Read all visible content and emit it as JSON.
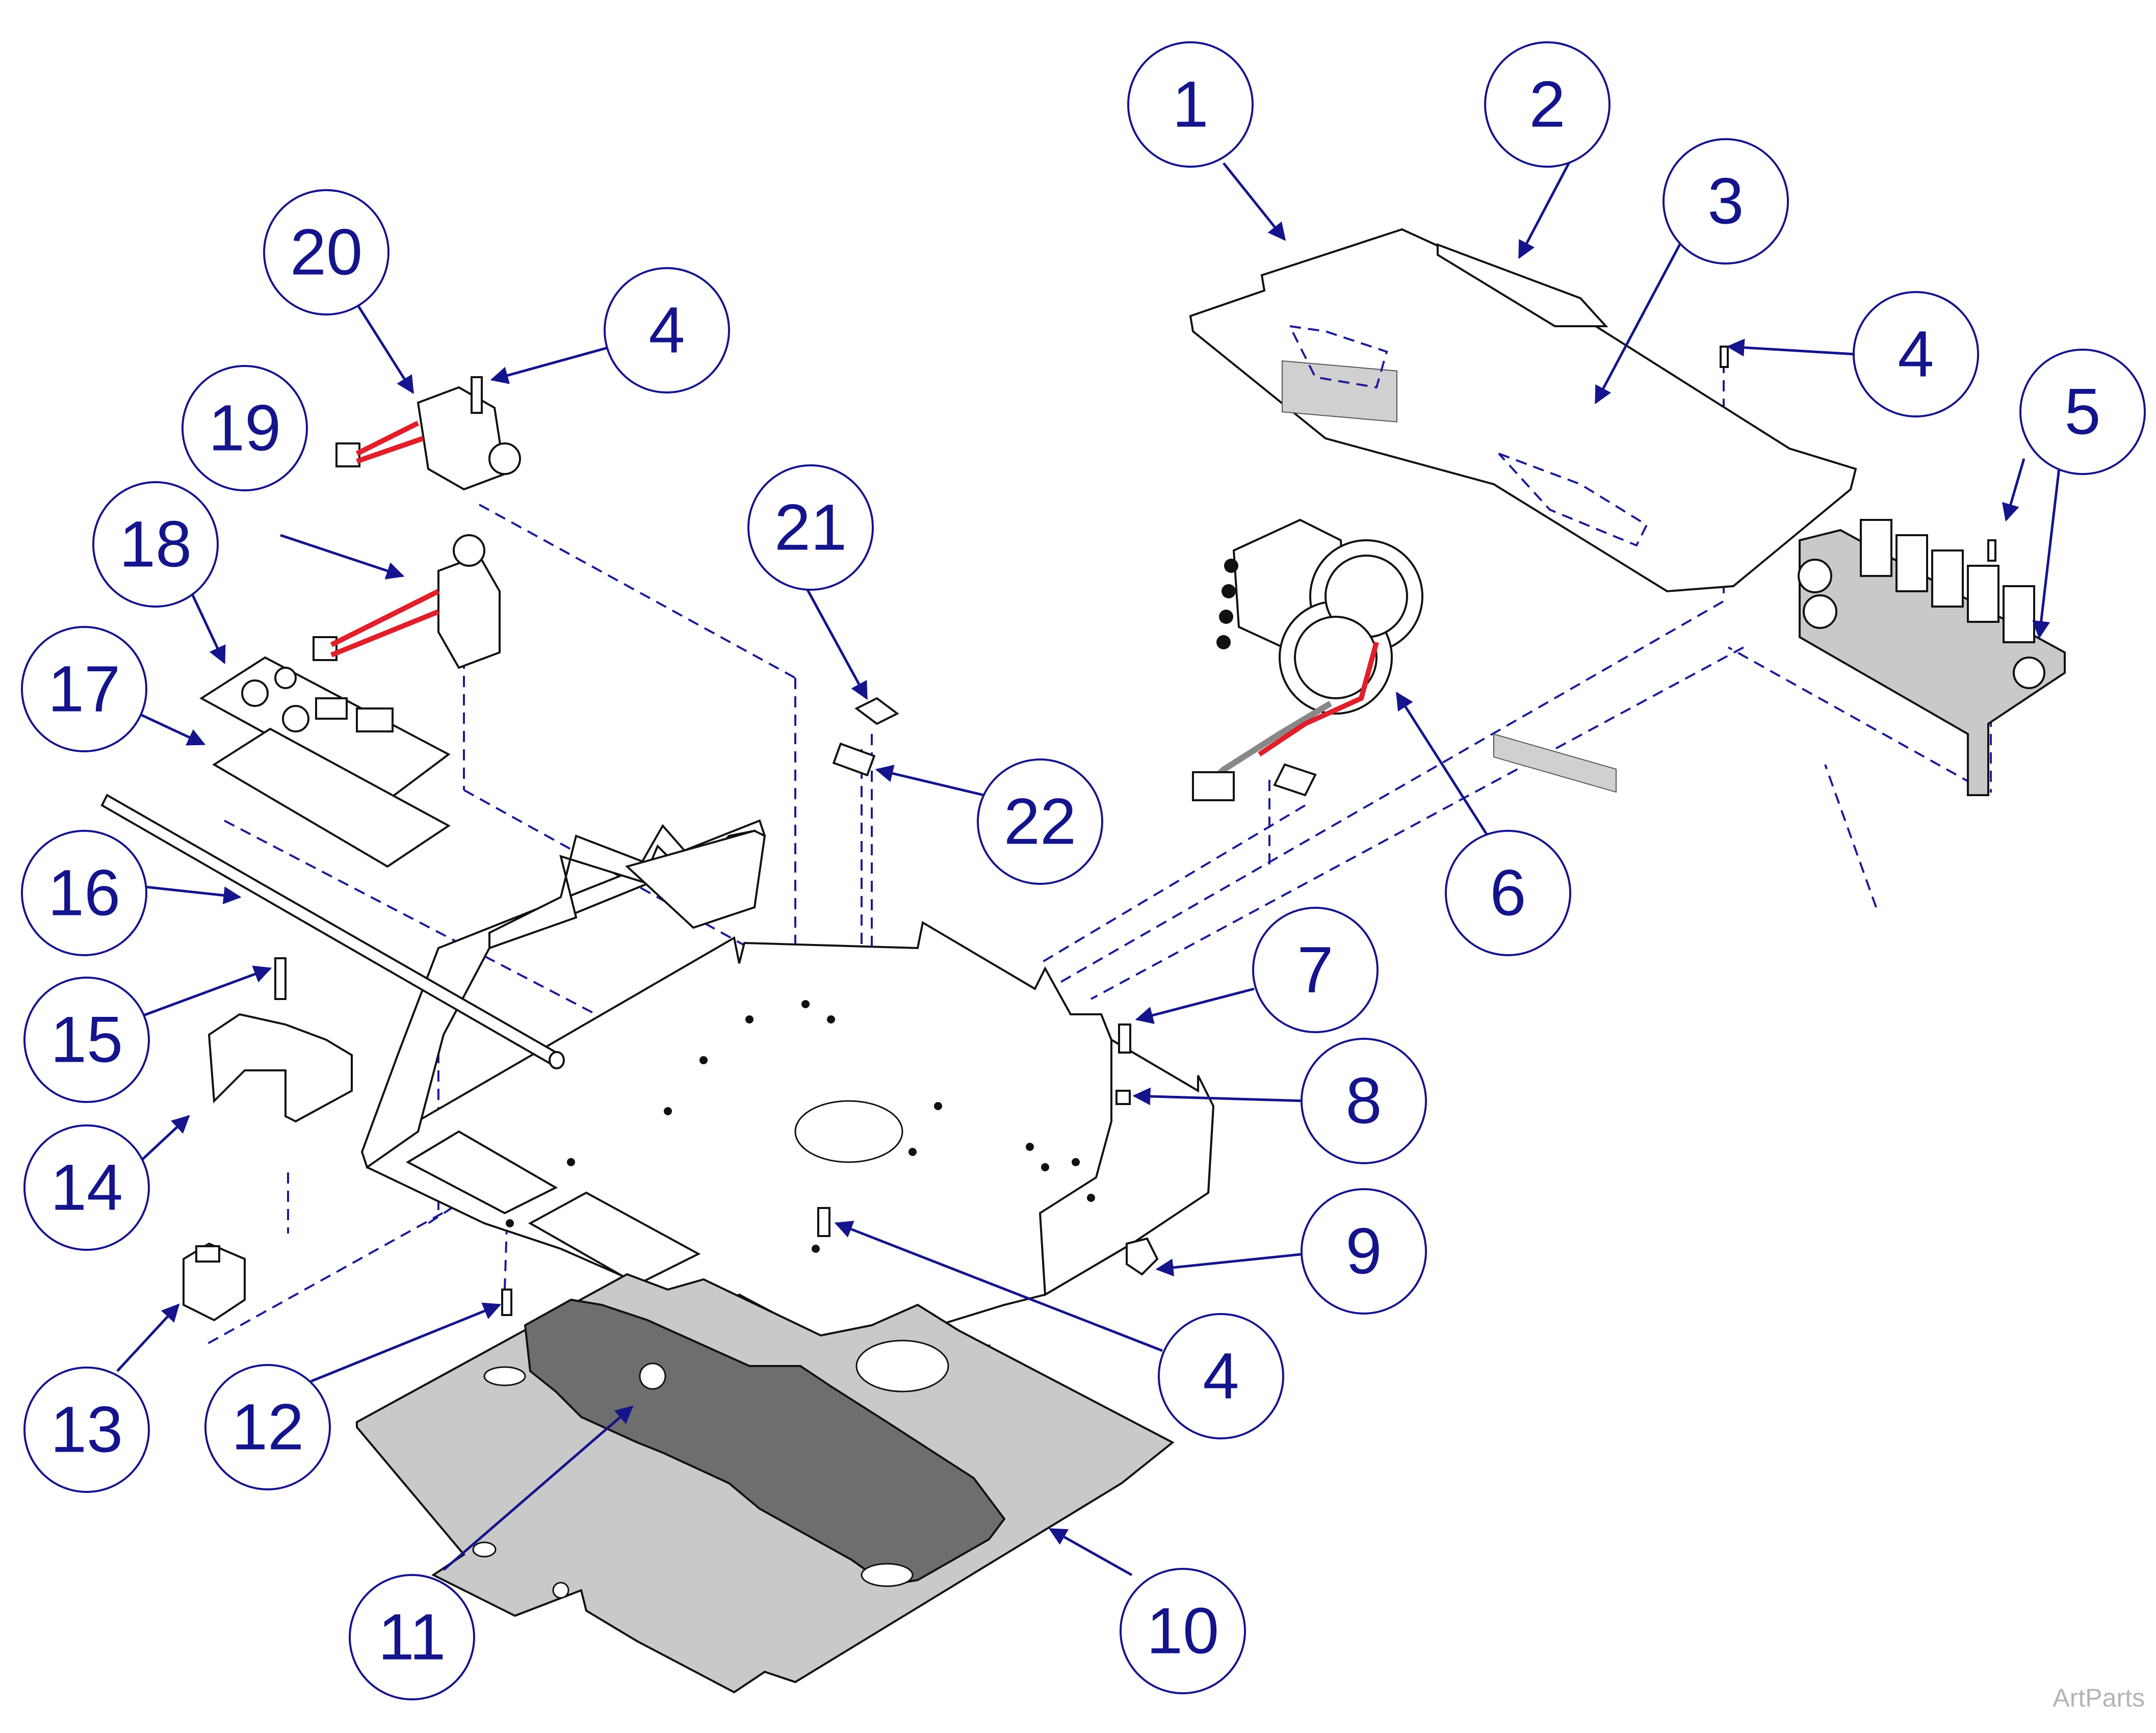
{
  "diagram": {
    "watermark": "ArtParts",
    "callouts": [
      "1",
      "2",
      "3",
      "4",
      "5",
      "6",
      "7",
      "8",
      "9",
      "10",
      "11",
      "12",
      "13",
      "14",
      "15",
      "16",
      "17",
      "18",
      "19",
      "20",
      "21",
      "22"
    ],
    "callout_color": "#14148c",
    "wire_colors": [
      "#e01f2a",
      "#888888"
    ]
  }
}
